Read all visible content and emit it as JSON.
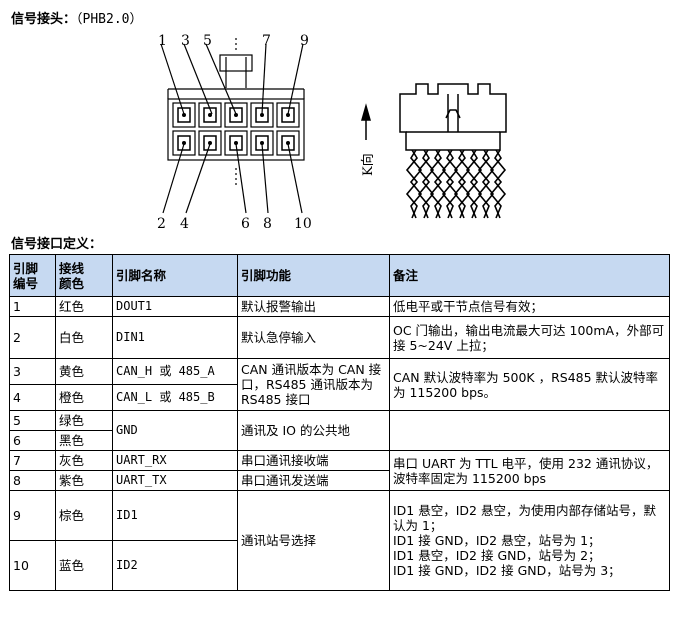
{
  "connector_heading": {
    "label": "信号接头：",
    "model": "（PHB2.0）"
  },
  "diagram": {
    "top_pin_labels": [
      "1",
      "3",
      "5",
      "7",
      "9"
    ],
    "bottom_pin_labels": [
      "2",
      "4",
      "6",
      "8",
      "10"
    ],
    "side_label": "K向"
  },
  "interface_heading": "信号接口定义：",
  "table": {
    "headers": [
      "引脚\n编号",
      "接线\n颜色",
      "引脚名称",
      "引脚功能",
      "备注"
    ],
    "rows": [
      {
        "pin": "1",
        "color": "红色",
        "name": "DOUT1",
        "func": "默认报警输出",
        "note": "低电平或干节点信号有效；"
      },
      {
        "pin": "2",
        "color": "白色",
        "name": "DIN1",
        "func": "默认急停输入",
        "note": "OC 门输出，输出电流最大可达 100mA，外部可接 5~24V 上拉；"
      },
      {
        "pin": "3",
        "color": "黄色",
        "name": "CAN_H 或 485_A"
      },
      {
        "pin": "4",
        "color": "橙色",
        "name": "CAN_L 或 485_B"
      },
      {
        "pin": "5",
        "color": "绿色"
      },
      {
        "pin": "6",
        "color": "黑色"
      },
      {
        "pin": "7",
        "color": "灰色",
        "name": "UART_RX",
        "func": "串口通讯接收端"
      },
      {
        "pin": "8",
        "color": "紫色",
        "name": "UART_TX",
        "func": "串口通讯发送端"
      },
      {
        "pin": "9",
        "color": "棕色",
        "name": "ID1"
      },
      {
        "pin": "10",
        "color": "蓝色",
        "name": "ID2"
      }
    ],
    "merged": {
      "can_func": "CAN 通讯版本为 CAN 接口，RS485 通讯版本为 RS485 接口",
      "can_note": "CAN 默认波特率为 500K ，RS485 默认波特率为 115200 bps。",
      "gnd_name": "GND",
      "gnd_func": "通讯及 IO 的公共地",
      "uart_note": "串口 UART 为 TTL 电平，使用 232 通讯协议，波特率固定为 115200 bps",
      "id_func": "通讯站号选择",
      "id_note_lines": [
        "ID1 悬空，ID2 悬空，为使用内部存储站号，默认为 1；",
        "ID1 接 GND，ID2 悬空，站号为 1；",
        "ID1 悬空，ID2 接 GND，站号为 2；",
        "ID1 接 GND，ID2 接 GND，站号为 3；"
      ]
    }
  }
}
